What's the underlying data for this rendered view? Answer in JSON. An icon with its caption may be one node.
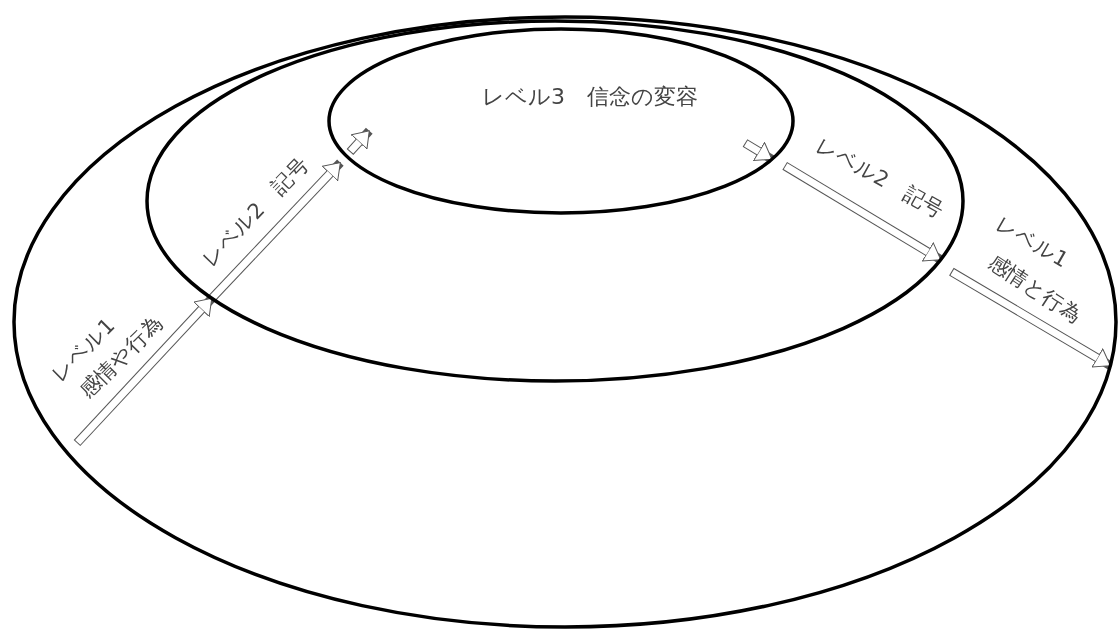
{
  "diagram": {
    "nodes": [
      {
        "text": [
          "レベル1",
          "感情や行為",
          "レベル1",
          "感情と行為"
        ]
      },
      {
        "text": [
          "レベル2　記号",
          "レベル2　記号"
        ],
        "in": 0
      },
      {
        "text": [
          "レベル3　信念の変容"
        ],
        "in": 1
      }
    ],
    "edges": [
      {
        "from": null,
        "to": 1,
        "arrow": "to"
      },
      {
        "from": 1,
        "to": 2,
        "arrow": "to"
      },
      {
        "from": null,
        "to": 2,
        "arrow": "to"
      },
      {
        "from": null,
        "to": 2,
        "arrow": "to"
      },
      {
        "from": 2,
        "to": 1,
        "arrow": "to"
      },
      {
        "from": 1,
        "to": 0,
        "arrow": "to"
      }
    ]
  }
}
